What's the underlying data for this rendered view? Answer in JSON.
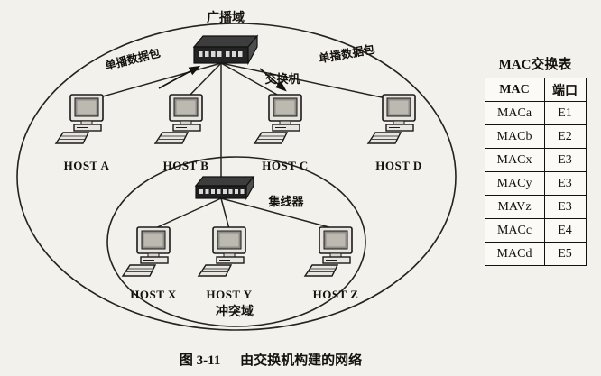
{
  "diagram": {
    "broadcast_domain_label": "广播域",
    "switch_label": "交换机",
    "unicast_left_label": "单播数据包",
    "unicast_right_label": "单播数据包",
    "hub_label": "集线器",
    "collision_domain_label": "冲突域",
    "hosts_top": [
      "HOST A",
      "HOST B",
      "HOST C",
      "HOST D"
    ],
    "hosts_bottom": [
      "HOST X",
      "HOST Y",
      "HOST Z"
    ]
  },
  "mac_table": {
    "title": "MAC交换表",
    "columns": [
      "MAC",
      "端口"
    ],
    "rows": [
      [
        "MACa",
        "E1"
      ],
      [
        "MACb",
        "E2"
      ],
      [
        "MACx",
        "E3"
      ],
      [
        "MACy",
        "E3"
      ],
      [
        "MAVz",
        "E3"
      ],
      [
        "MACc",
        "E4"
      ],
      [
        "MACd",
        "E5"
      ]
    ]
  },
  "caption": {
    "number": "图 3-11",
    "text": "由交换机构建的网络"
  }
}
